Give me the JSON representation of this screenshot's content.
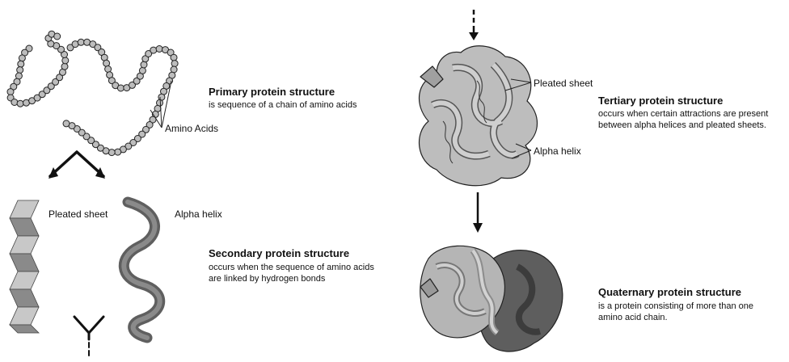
{
  "primary": {
    "title": "Primary protein structure",
    "description": "is sequence of a chain of amino acids",
    "label_amino": "Amino Acids"
  },
  "secondary": {
    "title": "Secondary protein structure",
    "description_lines": [
      "occurs when the sequence of amino acids",
      "are linked by hydrogen bonds"
    ],
    "label_sheet": "Pleated sheet",
    "label_helix": "Alpha helix"
  },
  "tertiary": {
    "title": "Tertiary protein structure",
    "description_lines": [
      "occurs when certain attractions are present",
      "between alpha helices and pleated sheets."
    ],
    "label_sheet": "Pleated sheet",
    "label_helix": "Alpha helix"
  },
  "quaternary": {
    "title": "Quaternary protein structure",
    "description_lines": [
      "is a protein consisting of more than one",
      "amino acid chain."
    ]
  },
  "colors": {
    "light_gray": "#c8c8c8",
    "mid_gray": "#8a8a8a",
    "dark_gray": "#5a5a5a",
    "outline": "#222222"
  }
}
